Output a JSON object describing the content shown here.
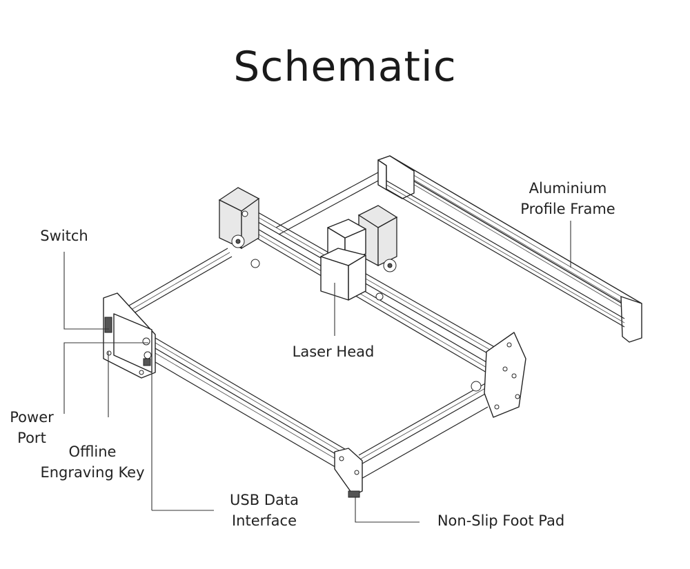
{
  "title": "Schematic",
  "labels": {
    "frame": [
      "Aluminium",
      "Profile Frame"
    ],
    "switch": "Switch",
    "laser_head": "Laser Head",
    "power_port": [
      "Power",
      "Port"
    ],
    "offline_key": [
      "Offline",
      "Engraving Key"
    ],
    "usb": [
      "USB Data",
      "Interface"
    ],
    "foot_pad": "Non-Slip Foot Pad"
  }
}
